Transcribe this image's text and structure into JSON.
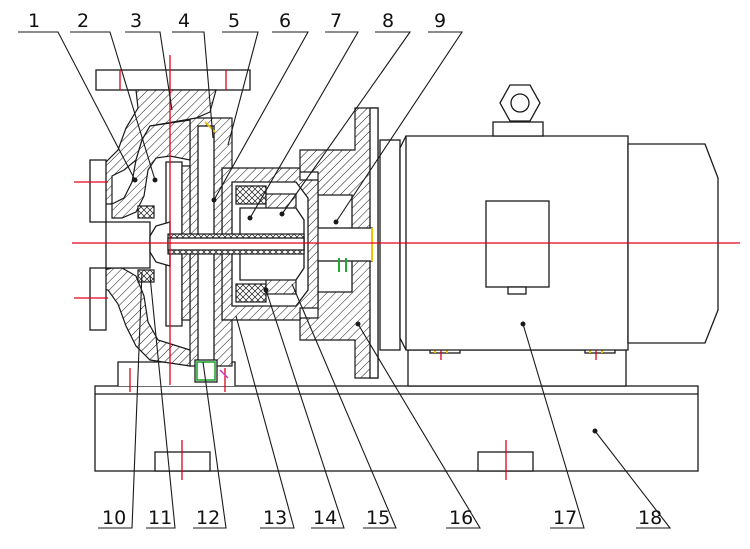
{
  "title": "Magnetic drive centrifugal pump assembly drawing",
  "part_labels": [
    "1",
    "2",
    "3",
    "4",
    "5",
    "6",
    "7",
    "8",
    "9",
    "10",
    "11",
    "12",
    "13",
    "14",
    "15",
    "16",
    "17",
    "18"
  ],
  "colors": {
    "line": "#1a1a1a",
    "centerline": "#e0001a",
    "accent_yellow": "#f2c200",
    "accent_green": "#22aa33",
    "accent_magenta": "#cc33cc"
  }
}
